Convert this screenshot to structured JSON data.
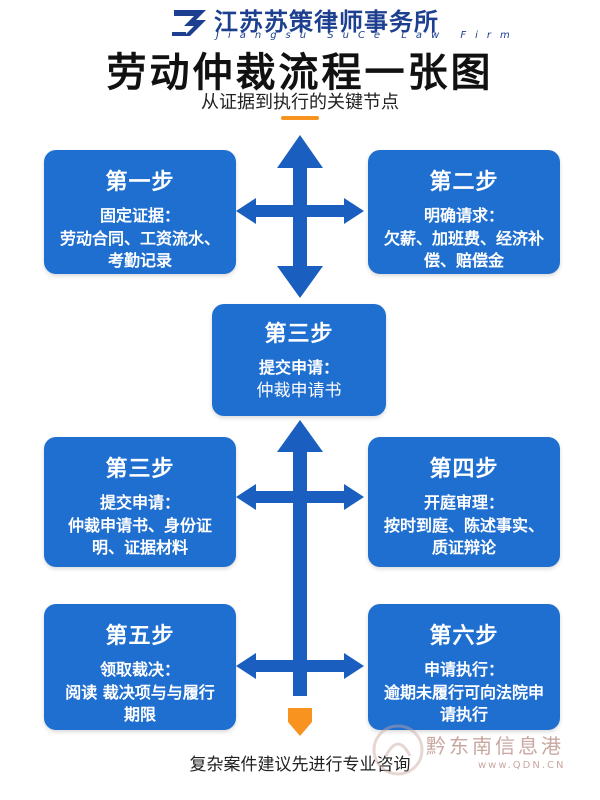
{
  "header": {
    "firm_name_cn": "江苏苏策律师事务所",
    "firm_name_en": "Jiangsu SuCe Law Firm",
    "title": "劳动仲裁流程一张图",
    "subtitle": "从证据到执行的关键节点"
  },
  "steps": [
    {
      "title": "第一步",
      "subtitle": "固定证据：",
      "body": "劳动合同、工资流水、考勤记录"
    },
    {
      "title": "第二步",
      "subtitle": "明确请求：",
      "body": "欠薪、加班费、经济补偿、赔偿金"
    },
    {
      "title": "第三步",
      "subtitle": "提交申请：",
      "body": "仲裁申请书"
    },
    {
      "title": "第三步",
      "subtitle": "提交申请：",
      "body": "仲裁申请书、身份证明、证据材料"
    },
    {
      "title": "第四步",
      "subtitle": "开庭审理：",
      "body": "按时到庭、陈述事实、质证辩论"
    },
    {
      "title": "第五步",
      "subtitle": "领取裁决：",
      "body": "阅读 裁决项与与履行期限"
    },
    {
      "title": "第六步",
      "subtitle": "申请执行：",
      "body": "逾期未履行可向法院申请执行"
    }
  ],
  "footer": {
    "note": "复杂案件建议先进行专业咨询"
  },
  "watermark": {
    "name": "黔东南信息港",
    "url": "www.QDN.CN"
  },
  "colors": {
    "card": "#1f6fd1",
    "arrow": "#1a5fc0",
    "accent": "#f7931e",
    "brand": "#1c3f8f"
  }
}
